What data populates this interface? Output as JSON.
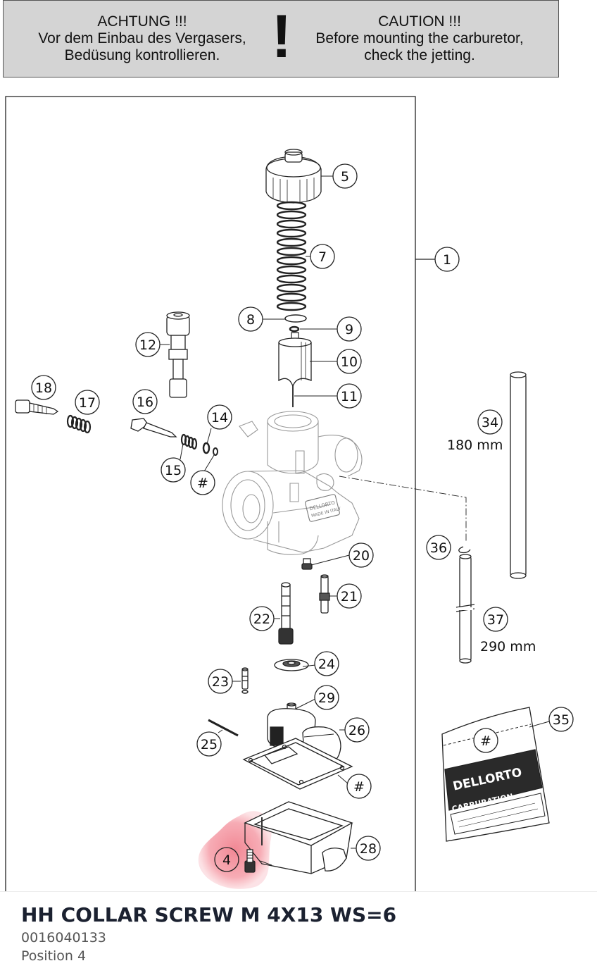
{
  "warning": {
    "de_lines": [
      "ACHTUNG !!!",
      "Vor dem Einbau des Vergasers,",
      "Bedüsung kontrollieren."
    ],
    "symbol": "!",
    "en_lines": [
      "CAUTION !!!",
      "Before mounting the carburetor,",
      "check the jetting."
    ]
  },
  "callouts": {
    "c1": "1",
    "c4": "4",
    "c5": "5",
    "c7": "7",
    "c8": "8",
    "c9": "9",
    "c10": "10",
    "c11": "11",
    "c12": "12",
    "c14": "14",
    "c15": "15",
    "c16": "16",
    "c17": "17",
    "c18": "18",
    "c20": "20",
    "c21": "21",
    "c22": "22",
    "c23": "23",
    "c24": "24",
    "c25": "25",
    "c26": "26",
    "c28": "28",
    "c29": "29",
    "c34": "34",
    "c35": "35",
    "c36": "36",
    "c37": "37",
    "hash_a": "#",
    "hash_b": "#",
    "hash_c": "#"
  },
  "dimensions": {
    "hose_34": "180 mm",
    "hose_37": "290 mm"
  },
  "package": {
    "brand": "DELLORTO",
    "label": "CARBURATION"
  },
  "highlight": {
    "color": "#f08a96",
    "position": "4"
  },
  "part": {
    "name": "HH COLLAR SCREW M 4X13 WS=6",
    "number": "0016040133",
    "position_label": "Position 4"
  }
}
